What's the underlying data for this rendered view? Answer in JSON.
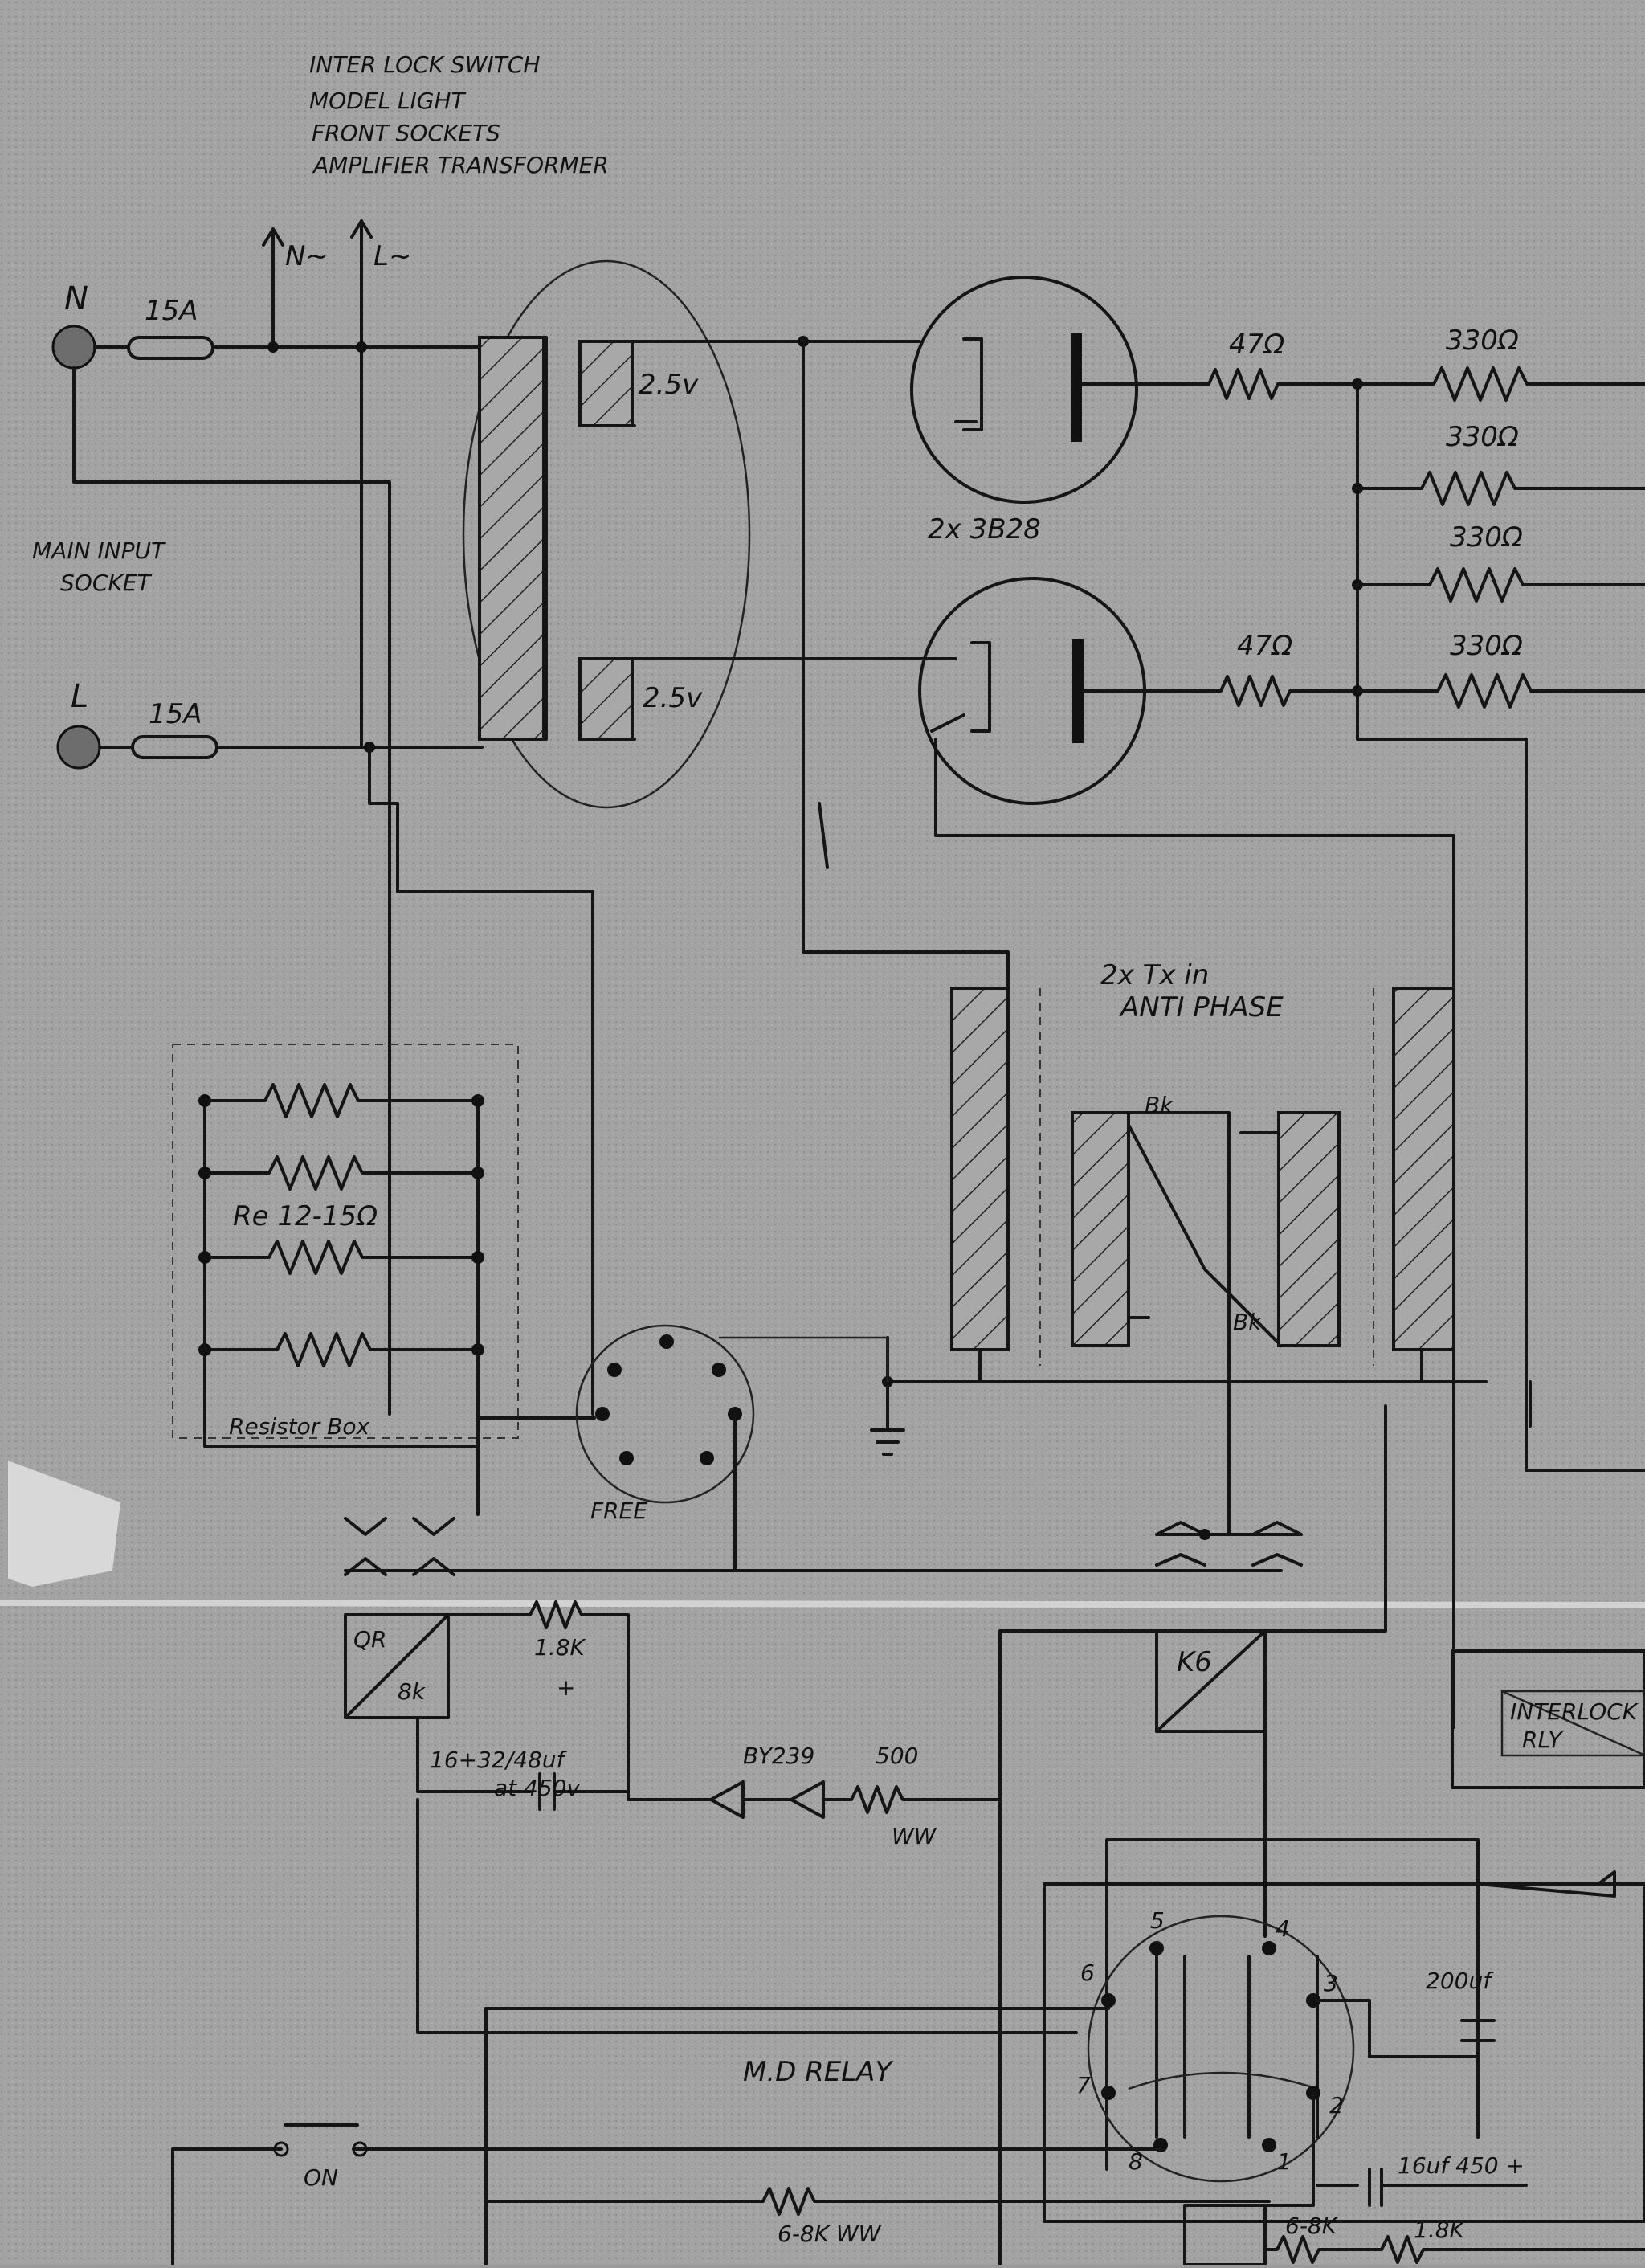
{
  "notes": {
    "feeds": [
      "INTER LOCK SWITCH",
      "MODEL LIGHT",
      "FRONT SOCKETS",
      "AMPLIFIER TRANSFORMER"
    ]
  },
  "mains": {
    "n_label": "N",
    "l_label": "L",
    "fuse_n": "15A",
    "fuse_l": "15A",
    "out_n": "N~",
    "out_l": "L~",
    "socket_label": [
      "MAIN INPUT",
      "SOCKET"
    ]
  },
  "transformer": {
    "upper_winding": "2.5v",
    "lower_winding": "2.5v"
  },
  "tubes": {
    "label": "2x 3B28"
  },
  "resistors": {
    "r47_top": "47Ω",
    "r47_bottom": "47Ω",
    "r330": [
      "330Ω",
      "330Ω",
      "330Ω",
      "330Ω"
    ]
  },
  "output_tx": {
    "label": [
      "2x Tx in",
      "ANTI PHASE"
    ],
    "bk_top": "Bk",
    "bk_bottom": "Bk"
  },
  "resistor_box": {
    "value": "Re 12-15Ω",
    "label": "Resistor Box"
  },
  "socket": {
    "free_label": "FREE"
  },
  "power_supply": {
    "qr_label": "QR",
    "qr_value": "8k",
    "r18k": "1.8K",
    "plus": "+",
    "cap_values": [
      "16+32/48uf",
      "at 450v"
    ],
    "diode": "BY239",
    "r500": "500",
    "ww": "WW",
    "k6": "K6",
    "interlock": [
      "INTERLOCK",
      "RLY"
    ]
  },
  "relay": {
    "label": "M.D RELAY",
    "pins": [
      "5",
      "4",
      "6",
      "3",
      "7",
      "2",
      "8",
      "1"
    ],
    "cap": "200uf",
    "on_label": "ON",
    "r68k_ww": "6-8K WW",
    "cap16": "16uf 450 +",
    "r68k": "6-8K",
    "r18k_b": "1.8K"
  }
}
